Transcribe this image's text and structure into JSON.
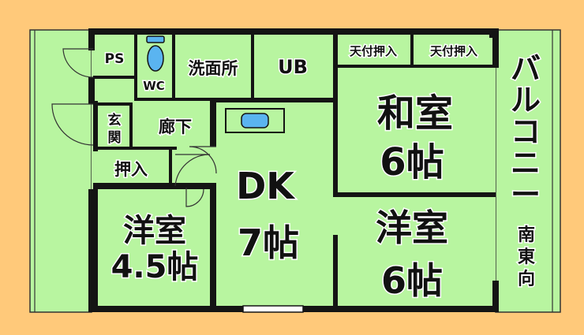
{
  "colors": {
    "background": "#FFC97A",
    "floor": "#B8F5A0",
    "wall": "#141414",
    "fixture": "#5AB4F0"
  },
  "rooms": {
    "ps": "PS",
    "wc": "WC",
    "washroom": "洗面所",
    "ub": "UB",
    "closet_left": "天付押入",
    "closet_right": "天付押入",
    "entrance_1": "玄",
    "entrance_2": "関",
    "hallway": "廊下",
    "storage": "押入",
    "washitsu_name": "和室",
    "washitsu_size": "6帖",
    "dk_name": "DK",
    "dk_size": "7帖",
    "youshitsu_small_name": "洋室",
    "youshitsu_small_size": "4.5帖",
    "youshitsu_name": "洋室",
    "youshitsu_size": "6帖"
  },
  "balcony": {
    "label_1": "バ",
    "label_2": "ル",
    "label_3": "コ",
    "label_4": "ニ",
    "label_5": "ー",
    "dir_1": "南",
    "dir_2": "東",
    "dir_3": "向"
  }
}
